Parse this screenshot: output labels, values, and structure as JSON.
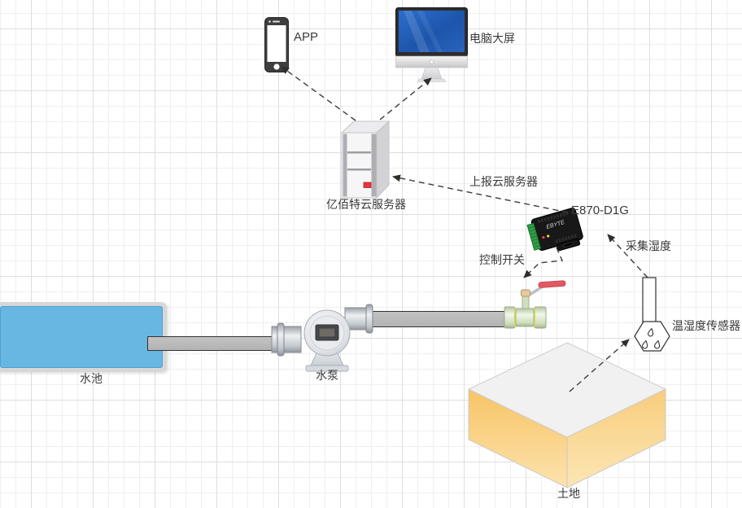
{
  "canvas": {
    "grid_minor_color": "#efeff0",
    "grid_major_color": "#dedede",
    "background": "#ffffff"
  },
  "nodes": {
    "app": {
      "label": "APP",
      "icon": "smartphone-icon"
    },
    "big_screen": {
      "label": "电脑大屏",
      "icon": "imac-icon",
      "screen_color": "#2a66c4"
    },
    "cloud_server": {
      "label": "亿佰特云服务器",
      "icon": "server-tower-icon",
      "led_color": "#e8323c"
    },
    "e870": {
      "label": "E870-D1G",
      "logo": "EBYTE",
      "icon": "iot-gateway-icon",
      "body_color": "#181818",
      "terminal_color": "#2f9e44"
    },
    "sensor": {
      "label": "温湿度传感器",
      "icon": "humidity-sensor-icon"
    },
    "pool": {
      "label": "水池",
      "water_color": "#68b7e3"
    },
    "pump": {
      "label": "水泵",
      "icon": "water-pump-icon"
    },
    "valve": {
      "icon": "ball-valve-icon",
      "handle_color": "#e25864",
      "body_color": "#dfeacf"
    },
    "soil": {
      "label": "土地",
      "side_color": "#f8cb74",
      "top_color": "#f1f1f1"
    }
  },
  "edges": {
    "server_to_app": {
      "from": "cloud_server",
      "to": "app",
      "style": "dashed"
    },
    "server_to_screen": {
      "from": "cloud_server",
      "to": "big_screen",
      "style": "dashed"
    },
    "report": {
      "label": "上报云服务器",
      "from": "e870",
      "to": "cloud_server",
      "style": "dashed"
    },
    "control": {
      "label": "控制开关",
      "from": "e870",
      "to": "valve",
      "style": "dashed"
    },
    "collect": {
      "label": "采集湿度",
      "from": "sensor",
      "to": "e870",
      "style": "dashed"
    },
    "soil_to_sensor": {
      "from": "soil",
      "to": "sensor",
      "style": "dashed"
    }
  }
}
